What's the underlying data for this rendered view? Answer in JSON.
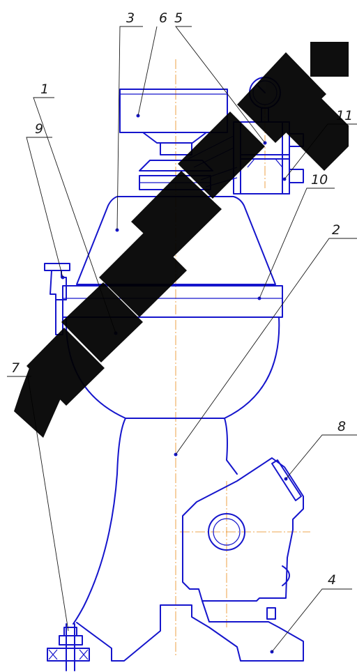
{
  "drawing": {
    "type": "engineering assembly drawing (separator)",
    "callouts": [
      {
        "id": "c1",
        "label": "1"
      },
      {
        "id": "c2",
        "label": "2"
      },
      {
        "id": "c3",
        "label": "3"
      },
      {
        "id": "c4",
        "label": "4"
      },
      {
        "id": "c5",
        "label": "5"
      },
      {
        "id": "c6",
        "label": "6"
      },
      {
        "id": "c7",
        "label": "7"
      },
      {
        "id": "c8",
        "label": "8"
      },
      {
        "id": "c9",
        "label": "9"
      },
      {
        "id": "c10",
        "label": "10"
      },
      {
        "id": "c11",
        "label": "11"
      }
    ]
  },
  "colors": {
    "outline": "#1515cc",
    "centerline": "#e88a1a",
    "leader": "#1a1a1a",
    "watermark": "#000000"
  }
}
